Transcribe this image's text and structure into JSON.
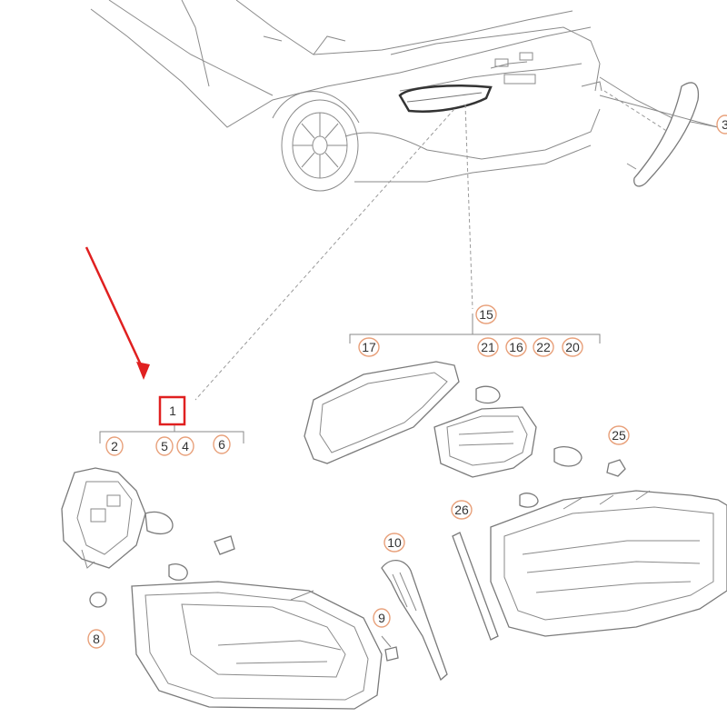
{
  "diagram": {
    "callouts": [
      {
        "id": "c1",
        "label": "1"
      },
      {
        "id": "c2",
        "label": "2"
      },
      {
        "id": "c3",
        "label": "3"
      },
      {
        "id": "c4",
        "label": "4"
      },
      {
        "id": "c5",
        "label": "5"
      },
      {
        "id": "c6",
        "label": "6"
      },
      {
        "id": "c8",
        "label": "8"
      },
      {
        "id": "c9",
        "label": "9"
      },
      {
        "id": "c10",
        "label": "10"
      },
      {
        "id": "c15",
        "label": "15"
      },
      {
        "id": "c16",
        "label": "16"
      },
      {
        "id": "c17",
        "label": "17"
      },
      {
        "id": "c20",
        "label": "20"
      },
      {
        "id": "c21",
        "label": "21"
      },
      {
        "id": "c22",
        "label": "22"
      },
      {
        "id": "c25",
        "label": "25"
      },
      {
        "id": "c26",
        "label": "26"
      }
    ],
    "highlight_color": "#e02020",
    "callout_ring_color": "#e8a07a"
  }
}
